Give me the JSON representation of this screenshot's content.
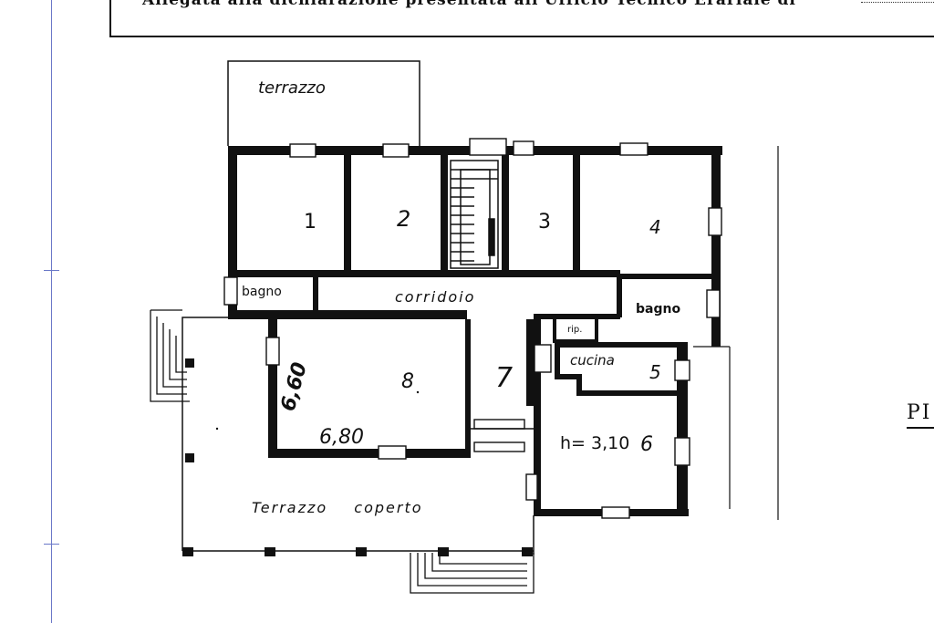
{
  "header": {
    "text": "Allegata alla dichiarazione presentata all'Ufficio Tecnico Erariale di"
  },
  "plan": {
    "terrazzo_label": "terrazzo",
    "corridoio_label": "corridoio",
    "bagno_left_label": "bagno",
    "bagno_right_label": "bagno",
    "cucina_label": "cucina",
    "rip_label": "rip.",
    "rooms": {
      "r1": "1",
      "r2": "2",
      "r3": "3",
      "r4": "4",
      "r5": "5",
      "r6": "6",
      "r7": "7",
      "r8": "8"
    },
    "dim_vertical": "6,60",
    "dim_horizontal": "6,80",
    "height_note": "h= 3,10",
    "terrazzo_coperto_label": "Terrazzo coperto"
  },
  "side": {
    "label": "PI"
  }
}
